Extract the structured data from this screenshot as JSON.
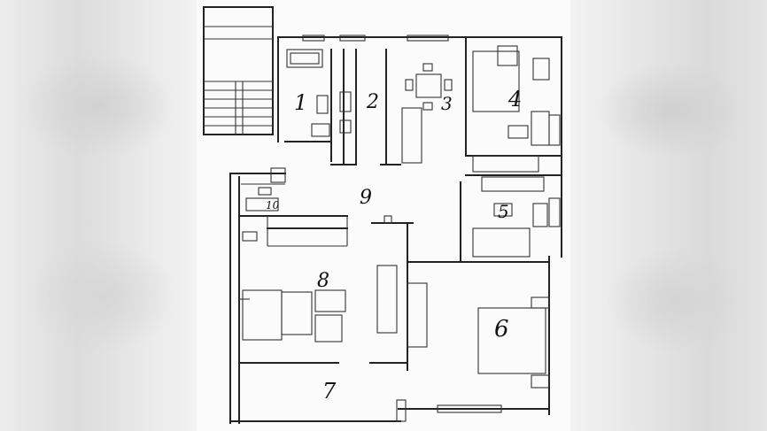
{
  "floorplan": {
    "room_labels": [
      {
        "id": "1",
        "text": "1"
      },
      {
        "id": "2",
        "text": "2"
      },
      {
        "id": "3",
        "text": "3"
      },
      {
        "id": "4",
        "text": "4"
      },
      {
        "id": "5",
        "text": "5"
      },
      {
        "id": "6",
        "text": "6"
      },
      {
        "id": "7",
        "text": "7"
      },
      {
        "id": "8",
        "text": "8"
      },
      {
        "id": "9",
        "text": "9"
      },
      {
        "id": "10",
        "text": "10"
      }
    ]
  }
}
